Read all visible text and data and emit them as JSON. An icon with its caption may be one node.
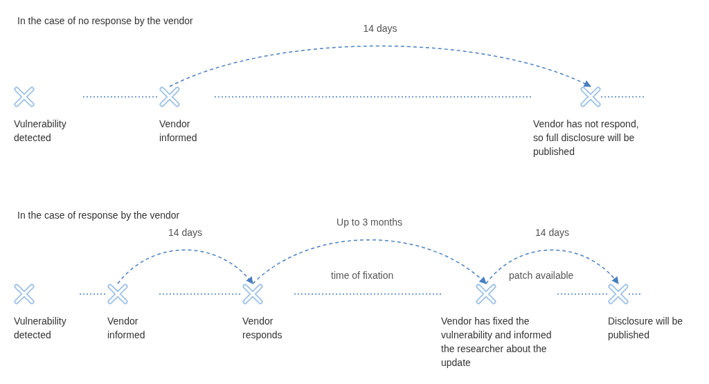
{
  "diagram": {
    "nodes": [
      {
        "text": [
          "Vulnerability detected"
        ]
      },
      {
        "text": [
          "Vendor informed"
        ]
      },
      {
        "text": [
          "Vendor has not respond, so full disclosure will be published"
        ]
      },
      {
        "text": [
          "Vulnerability detected"
        ]
      },
      {
        "text": [
          "Vendor informed"
        ]
      },
      {
        "text": [
          "Vendor responds"
        ]
      },
      {
        "text": [
          "Vendor has fixed the vulnerability and informed the researcher about the update"
        ]
      },
      {
        "text": [
          "Disclosure will be published"
        ]
      }
    ],
    "edges": [
      {
        "from": 0,
        "to": 1,
        "arrow": "none"
      },
      {
        "from": 1,
        "to": 2,
        "arrow": "none"
      },
      {
        "from": 2,
        "to": null,
        "arrow": "none"
      },
      {
        "from": 1,
        "to": 2,
        "arrow": "to",
        "style": "dashed",
        "label": "14 days"
      },
      {
        "from": 3,
        "to": 4,
        "arrow": "none"
      },
      {
        "from": 4,
        "to": 5,
        "arrow": "none"
      },
      {
        "from": 5,
        "to": 6,
        "arrow": "none"
      },
      {
        "from": 6,
        "to": 7,
        "arrow": "none"
      },
      {
        "from": 7,
        "to": null,
        "arrow": "none"
      },
      {
        "from": 4,
        "to": 5,
        "arrow": "to",
        "style": "dashed",
        "label": "14 days"
      },
      {
        "from": 5,
        "to": 6,
        "arrow": "to",
        "style": "dashed",
        "label": "Up to 3 months"
      },
      {
        "from": 6,
        "to": 7,
        "arrow": "to",
        "style": "dashed",
        "label": "14 days"
      }
    ],
    "labels": [
      "In the case of no response by the vendor",
      "In the case of response by the vendor",
      "time of fixation",
      "patch available"
    ]
  }
}
